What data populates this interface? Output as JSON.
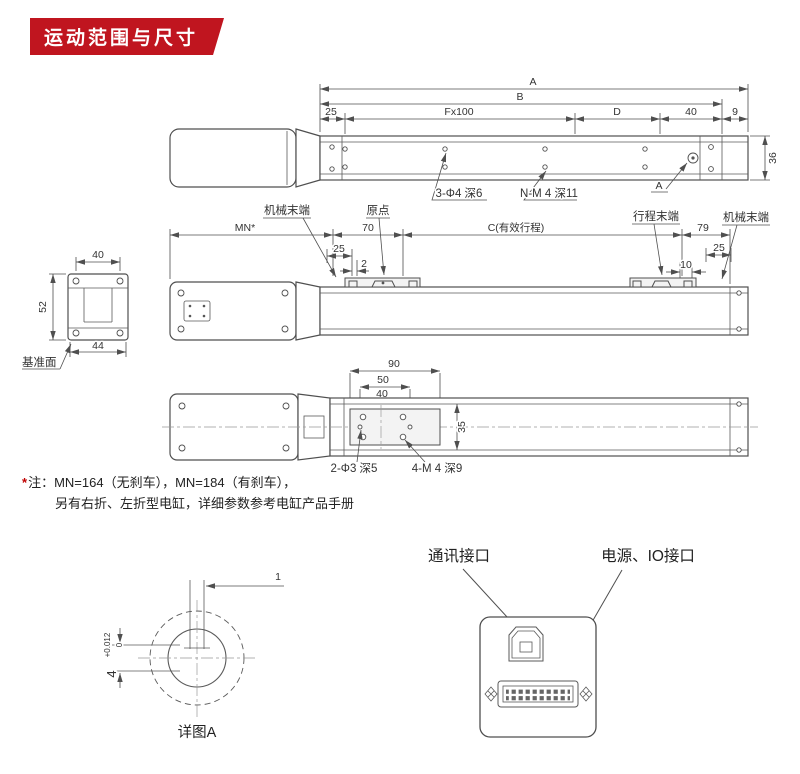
{
  "banner": {
    "title": "运动范围与尺寸"
  },
  "top_view": {
    "dim_a": "A",
    "dim_b": "B",
    "dim_25": "25",
    "dim_fx100": "Fx100",
    "dim_d": "D",
    "dim_40": "40",
    "dim_9": "9",
    "dim_36": "36",
    "holes_label": "3-Φ4 深6",
    "threads_label": "N-M 4 深11",
    "detail_marker": "A"
  },
  "side_view": {
    "mech_end_left": "机械末端",
    "origin": "原点",
    "stroke_end": "行程末端",
    "mech_end_right": "机械末端",
    "dim_mn": "MN*",
    "dim_70": "70",
    "dim_c": "C(有效行程)",
    "dim_79": "79",
    "dim_25_left": "25",
    "dim_2": "2",
    "dim_10": "10",
    "dim_25_right": "25"
  },
  "end_view": {
    "dim_40": "40",
    "dim_52": "52",
    "dim_44": "44",
    "datum_label": "基准面"
  },
  "bottom_view": {
    "dim_90": "90",
    "dim_50": "50",
    "dim_40": "40",
    "dim_35": "35",
    "holes_label": "2-Φ3 深5",
    "threads_label": "4-M 4 深9"
  },
  "notes": {
    "asterisk": "*",
    "label": "注：",
    "line1": "MN=164（无刹车），MN=184（有刹车），",
    "line2": "另有右折、左折型电缸，详细参数参考电缸产品手册"
  },
  "detail_a": {
    "dim_1": "1",
    "dim_4": "4",
    "tol_upper": "+0.012",
    "tol_lower": "0",
    "caption": "详图A"
  },
  "panel": {
    "comm_label": "通讯接口",
    "power_label": "电源、IO接口"
  }
}
